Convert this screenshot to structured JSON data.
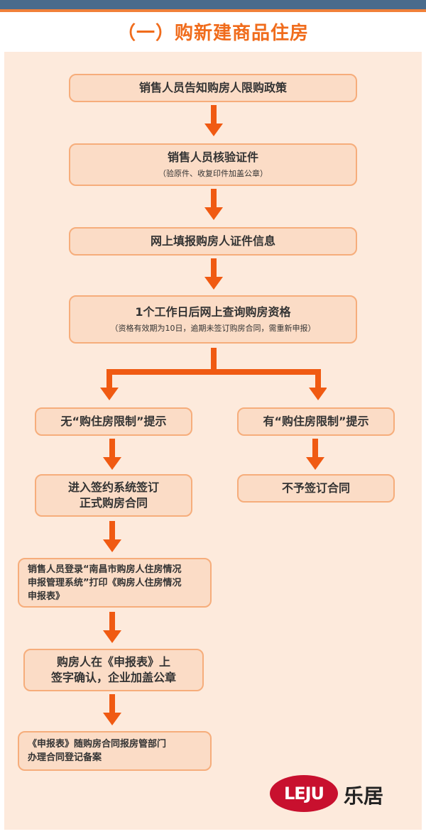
{
  "title": "（一）购新建商品住房",
  "steps": {
    "s1": "销售人员告知购房人限购政策",
    "s2": "销售人员核验证件",
    "s2_sub": "（验原件、收复印件加盖公章）",
    "s3": "网上填报购房人证件信息",
    "s4": "1个工作日后网上查询购房资格",
    "s4_sub": "（资格有效期为10日，逾期未签订购房合同，需重新申报）",
    "left1": "无“购住房限制”提示",
    "right1": "有“购住房限制”提示",
    "left2_line1": "进入签约系统签订",
    "left2_line2": "正式购房合同",
    "right2": "不予签订合同",
    "left3_line1": "销售人员登录“南昌市购房人住房情况",
    "left3_line2": "申报管理系统”打印《购房人住房情况",
    "left3_line3": "申报表》",
    "left4_line1": "购房人在《申报表》上",
    "left4_line2": "签字确认，企业加盖公章",
    "left5_line1": "《申报表》随购房合同报房管部门",
    "left5_line2": "办理合同登记备案"
  },
  "logo": {
    "mark": "LEJU",
    "name": "乐居"
  },
  "colors": {
    "accent": "#f06c1c",
    "arrow": "#f05a12",
    "box_fill": "#fbdcc6",
    "box_border": "#f6ad7b",
    "panel": "#fdeadc",
    "topbar": "#496b8c"
  }
}
